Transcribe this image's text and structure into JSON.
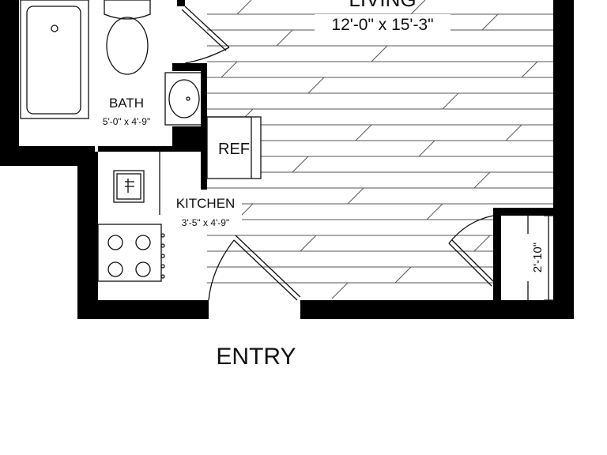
{
  "floorplan": {
    "rooms": {
      "living": {
        "name": "LIVING",
        "dims": "12'-0\" x 15'-3\""
      },
      "bath": {
        "name": "BATH",
        "dims": "5'-0\" x 4'-9\""
      },
      "kitchen": {
        "name": "KITCHEN",
        "dims": "3'-5\" x 4'-9\""
      },
      "ref": {
        "name": "REF"
      }
    },
    "entry_label": "ENTRY",
    "closet_dimension": "2'-10\""
  }
}
